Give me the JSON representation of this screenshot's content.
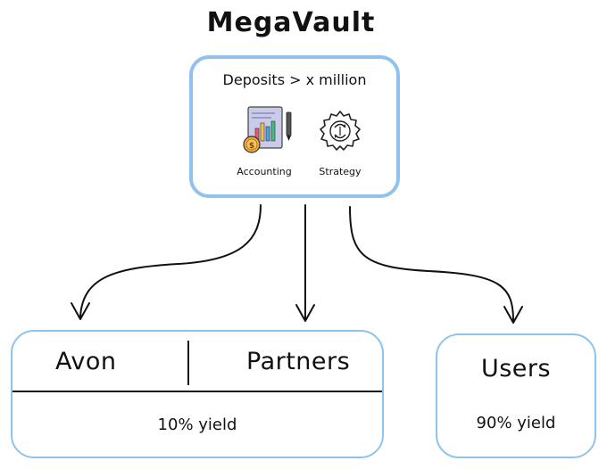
{
  "title": "MegaVault",
  "vault": {
    "subtitle": "Deposits > x million",
    "icons": [
      {
        "icon": "accounting-icon",
        "label": "Accounting"
      },
      {
        "icon": "strategy-icon",
        "label": "Strategy"
      }
    ]
  },
  "recipients": {
    "avon_partners": {
      "left_label": "Avon",
      "right_label": "Partners",
      "yield": "10% yield"
    },
    "users": {
      "label": "Users",
      "yield": "90% yield"
    }
  },
  "colors": {
    "box_border": "#8fc3ee",
    "stroke": "#111111"
  }
}
